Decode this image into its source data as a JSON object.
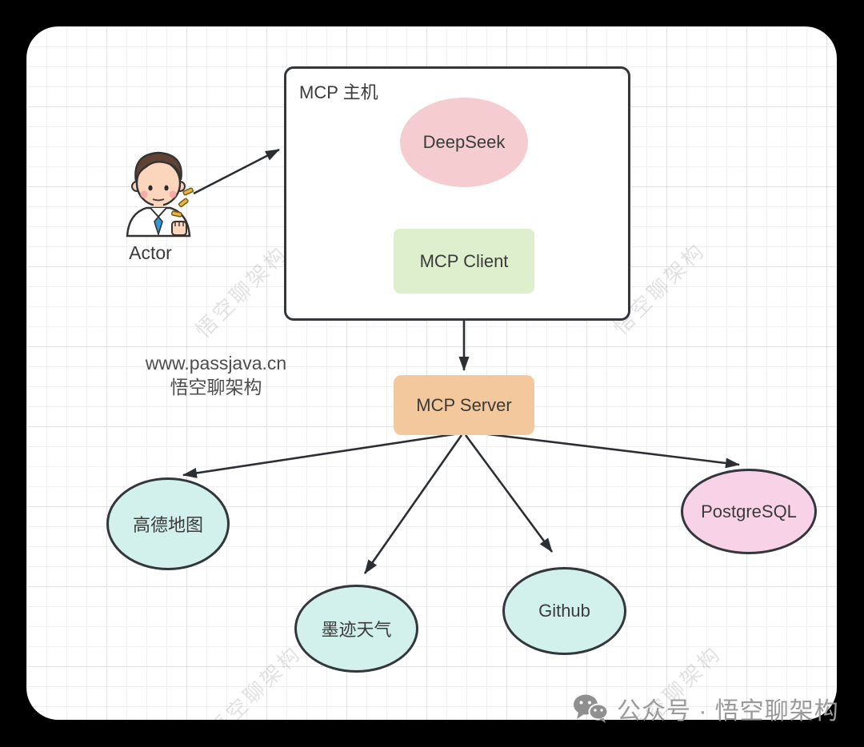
{
  "page": {
    "background": "#000000",
    "card_background": "#ffffff"
  },
  "host": {
    "title": "MCP 主机"
  },
  "nodes": {
    "deepseek": {
      "label": "DeepSeek",
      "fill": "#f5cdd0"
    },
    "mcp_client": {
      "label": "MCP Client",
      "fill": "#ddefcc"
    },
    "mcp_server": {
      "label": "MCP Server",
      "fill": "#f4c89d"
    },
    "amap": {
      "label": "高德地图",
      "fill": "#d2f0ec"
    },
    "moji_weather": {
      "label": "墨迹天气",
      "fill": "#d2f0ec"
    },
    "github": {
      "label": "Github",
      "fill": "#d2f0ec"
    },
    "postgresql": {
      "label": "PostgreSQL",
      "fill": "#f8d3e8"
    }
  },
  "actor": {
    "label": "Actor"
  },
  "watermark": {
    "site": "www.passjava.cn",
    "brand": "悟空聊架构",
    "diagonal_text": "悟空聊架构"
  },
  "footer": {
    "label": "公众号 · 悟空聊架构"
  },
  "edges": [
    "actor-to-host",
    "client-to-server",
    "server-to-amap",
    "server-to-moji",
    "server-to-github",
    "server-to-postgresql"
  ]
}
